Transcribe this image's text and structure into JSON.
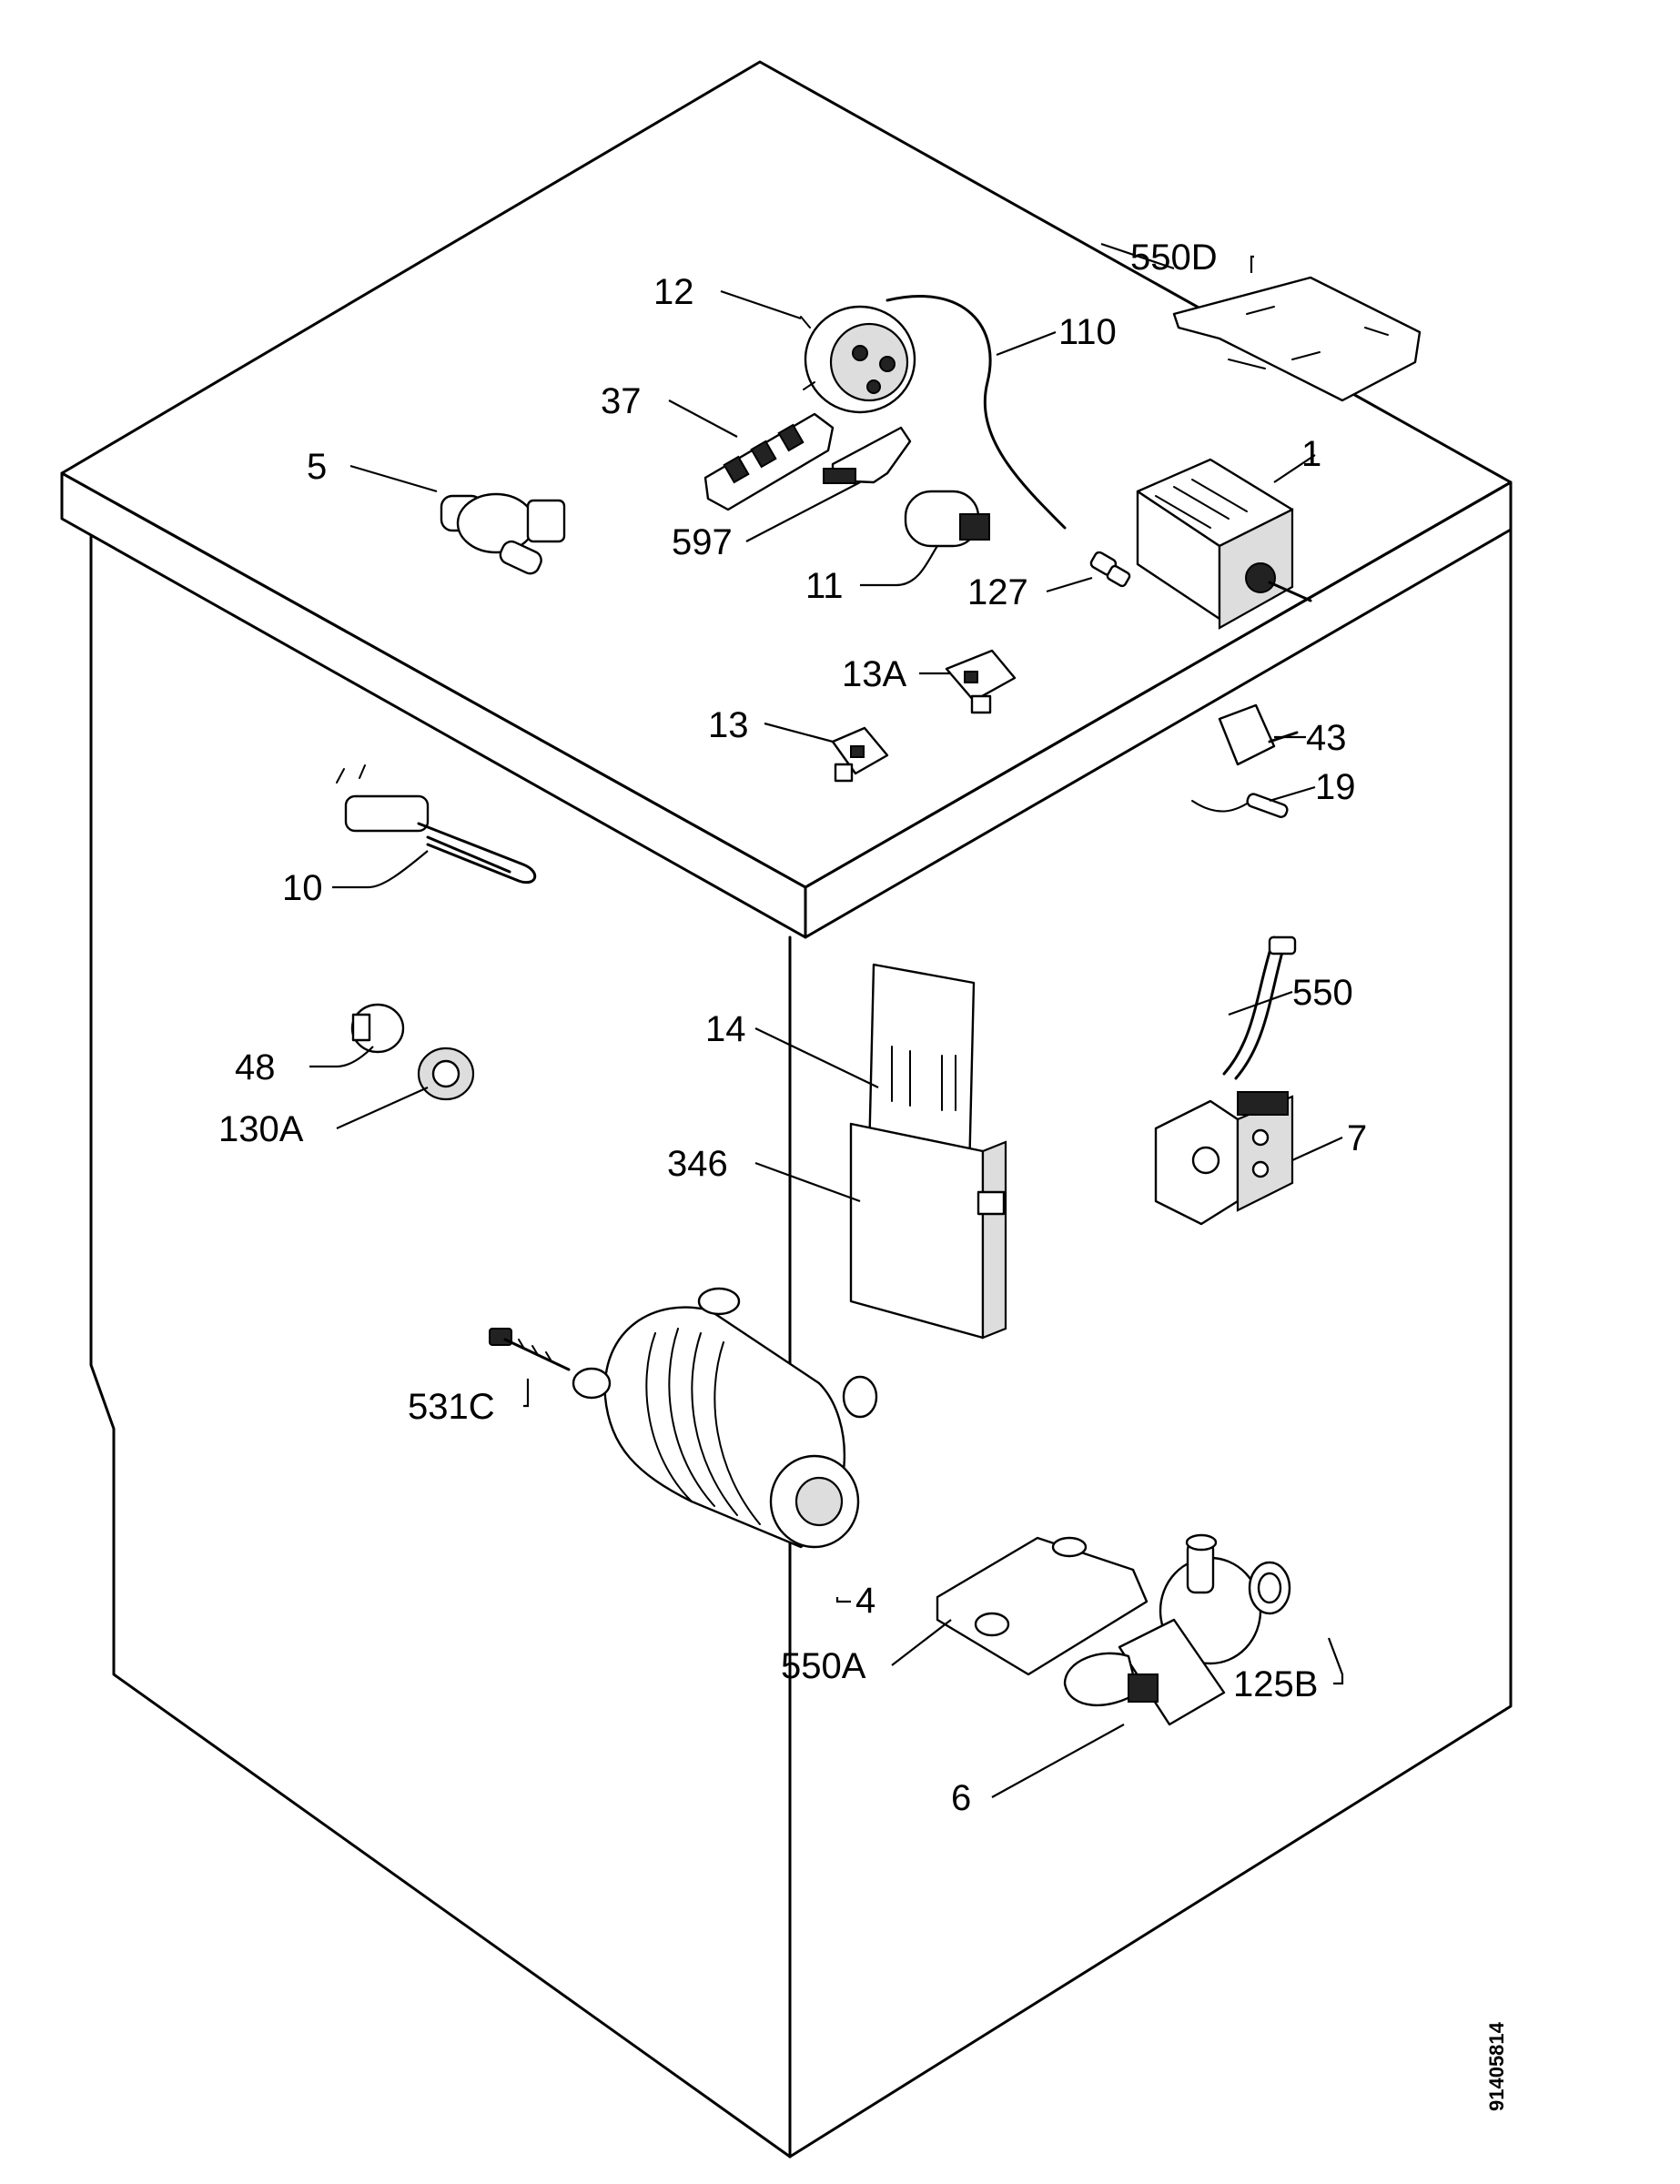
{
  "drawing_number": "91405814",
  "labels": {
    "p550D": "550D",
    "p12": "12",
    "p110": "110",
    "p37": "37",
    "p5": "5",
    "p1": "1",
    "p597": "597",
    "p11": "11",
    "p127": "127",
    "p13A": "13A",
    "p13": "13",
    "p43": "43",
    "p19": "19",
    "p10": "10",
    "p550": "550",
    "p14": "14",
    "p48": "48",
    "p130A": "130A",
    "p7": "7",
    "p346": "346",
    "p531C": "531C",
    "p4": "4",
    "p550A": "550A",
    "p125B": "125B",
    "p6": "6"
  }
}
